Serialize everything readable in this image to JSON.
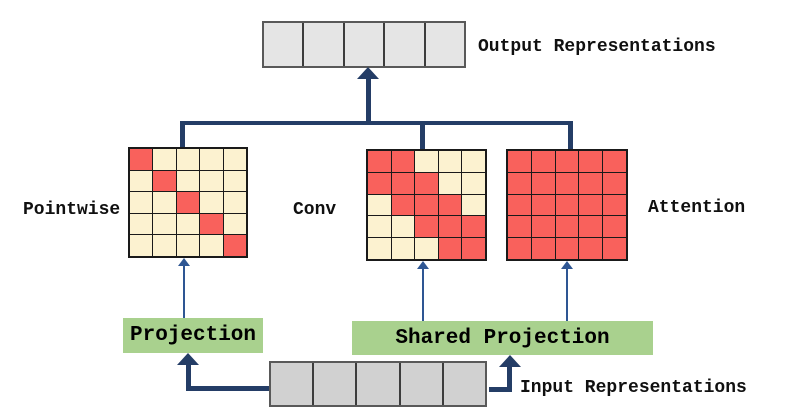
{
  "colors": {
    "red": "#F9615C",
    "cream": "#FCF2D0",
    "gray_output": "#E5E5E5",
    "gray_input": "#D1D1D1",
    "green": "#A9D18E",
    "navy": "#243D66",
    "blue": "#2E5693",
    "strip_border": "#595959"
  },
  "output_strip": {
    "label": "Output Representations",
    "cells": 5
  },
  "input_strip": {
    "label": "Input Representations",
    "cells": 5
  },
  "matrices": {
    "pointwise": {
      "label": "Pointwise",
      "pattern": [
        "10000",
        "01000",
        "00100",
        "00010",
        "00001"
      ]
    },
    "conv": {
      "label": "Conv",
      "pattern": [
        "11000",
        "11100",
        "01110",
        "00111",
        "00011"
      ]
    },
    "attention": {
      "label": "Attention",
      "pattern": [
        "11111",
        "11111",
        "11111",
        "11111",
        "11111"
      ]
    }
  },
  "projection": {
    "label": "Projection"
  },
  "shared_projection": {
    "label": "Shared Projection"
  }
}
